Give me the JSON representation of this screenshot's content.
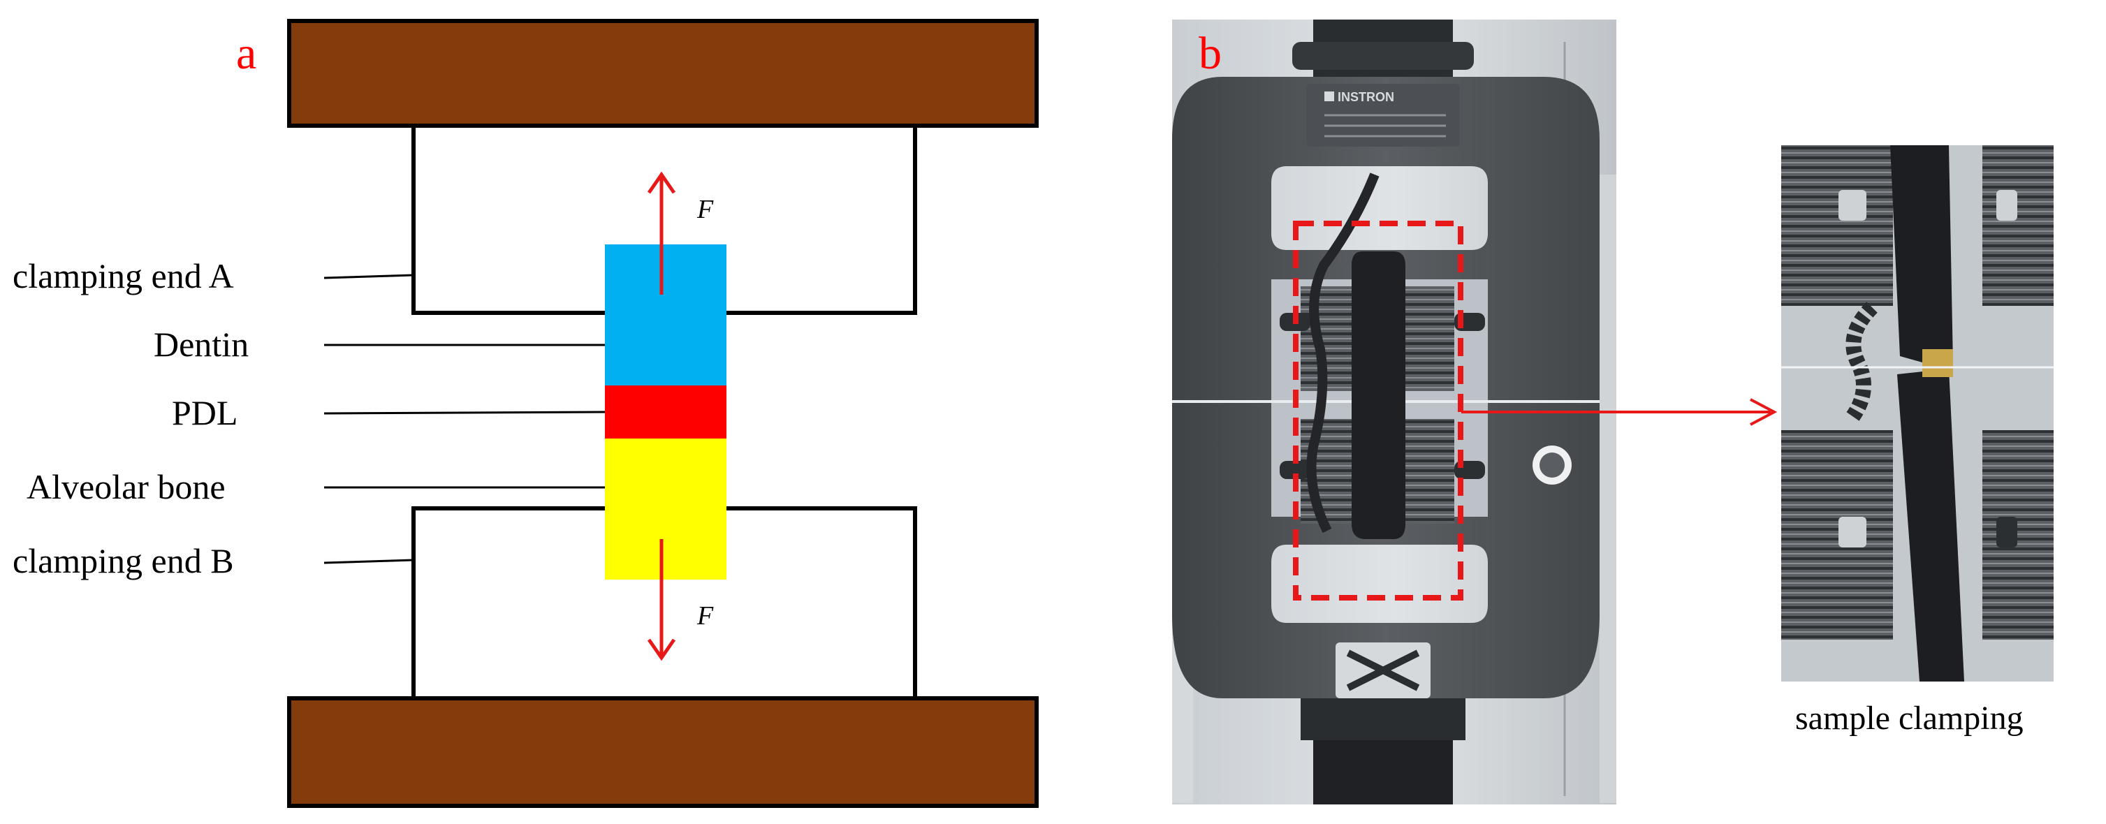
{
  "panel_a": {
    "label": "a",
    "components": {
      "clamp_a": "clamping end A",
      "dentin": "Dentin",
      "pdl": "PDL",
      "alveolar": "Alveolar bone",
      "clamp_b": "clamping end B"
    },
    "force_label": "F"
  },
  "panel_b": {
    "label": "b",
    "brand_text": "INSTRON",
    "zoom_caption": "sample clamping"
  },
  "colors": {
    "platen": "#843c0c",
    "dentin": "#00b0f0",
    "pdl": "#ff0000",
    "alveolar": "#ffff00",
    "arrow": "#e81818",
    "panel_label": "#ff0000",
    "frame_gray": "#53575b"
  }
}
